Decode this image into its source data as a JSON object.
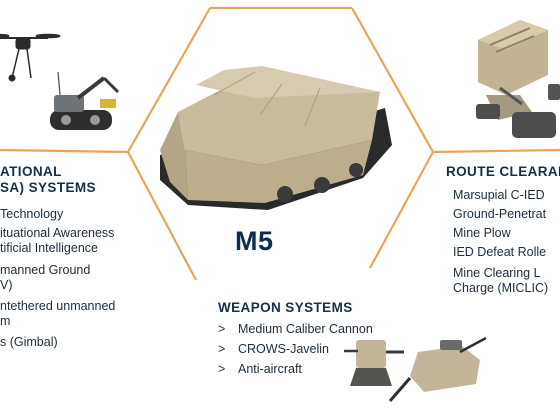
{
  "center": {
    "label": "M5"
  },
  "left": {
    "title_line1": "ATIONAL",
    "title_line2": "SA) SYSTEMS",
    "items": [
      "Technology",
      "ituational Awareness",
      "tificial Intelligence",
      "manned Ground",
      "V)",
      "ntethered unmanned",
      "m",
      "s (Gimbal)"
    ]
  },
  "right": {
    "title": "ROUTE CLEARANC",
    "items": [
      "Marsupial C-IED",
      "Ground-Penetrat",
      "Mine Plow",
      "IED Defeat Rolle",
      "Mine Clearing L",
      "Charge (MICLIC)"
    ]
  },
  "bottom": {
    "title": "WEAPON SYSTEMS",
    "items": [
      {
        "marker": ">",
        "label": "Medium Caliber Cannon"
      },
      {
        "marker": ">",
        "label": "CROWS-Javelin"
      },
      {
        "marker": ">",
        "label": "Anti-aircraft"
      }
    ]
  },
  "colors": {
    "frame": "#e8a55a",
    "title": "#15304a",
    "text": "#1d2d3d",
    "vehicle_tan": "#c9bc9d",
    "track": "#2a2a2a"
  }
}
